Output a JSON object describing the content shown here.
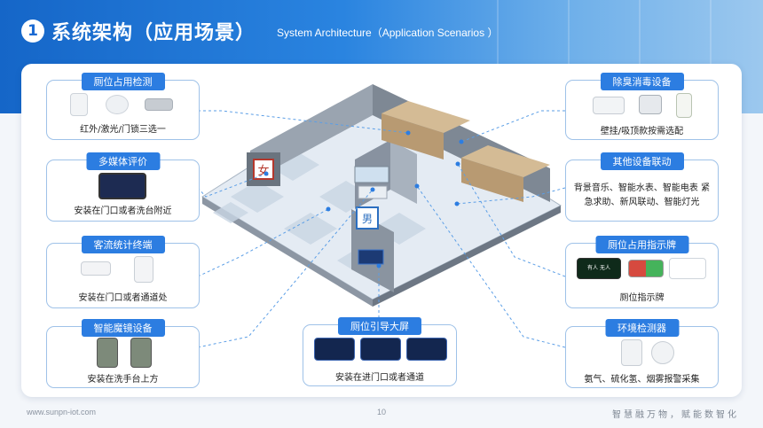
{
  "header": {
    "number": "1",
    "title": "系统架构（应用场景）",
    "subtitle": "System Architecture（Application Scenarios ）"
  },
  "left_panels": [
    {
      "title": "厕位占用检测",
      "caption": "红外/激光/门锁三选一"
    },
    {
      "title": "多媒体评价",
      "caption": "安装在门口或者洗台附近"
    },
    {
      "title": "客流统计终端",
      "caption": "安装在门口或者通道处"
    },
    {
      "title": "智能魔镜设备",
      "caption": "安装在洗手台上方"
    }
  ],
  "center_panel": {
    "title": "厕位引导大屏",
    "caption": "安装在进门口或者通道"
  },
  "right_panels": [
    {
      "title": "除臭消毒设备",
      "caption": "壁挂/吸顶款按需选配"
    },
    {
      "title": "其他设备联动",
      "caption": "背景音乐、智能水表、智能电表 紧急求助、新风联动、智能灯光"
    },
    {
      "title": "厕位占用指示牌",
      "caption": "厕位指示牌",
      "sign_text": "有人 无人"
    },
    {
      "title": "环境检测器",
      "caption": "氨气、硫化氢、烟雾报警采集"
    }
  ],
  "building_signs": {
    "female": "女",
    "male": "男"
  },
  "footer": {
    "website": "www.sunpn-iot.com",
    "page": "10",
    "slogan": "智慧融万物，赋能数智化"
  },
  "colors": {
    "accent": "#2c7de1",
    "line": "#5b9ee6"
  }
}
